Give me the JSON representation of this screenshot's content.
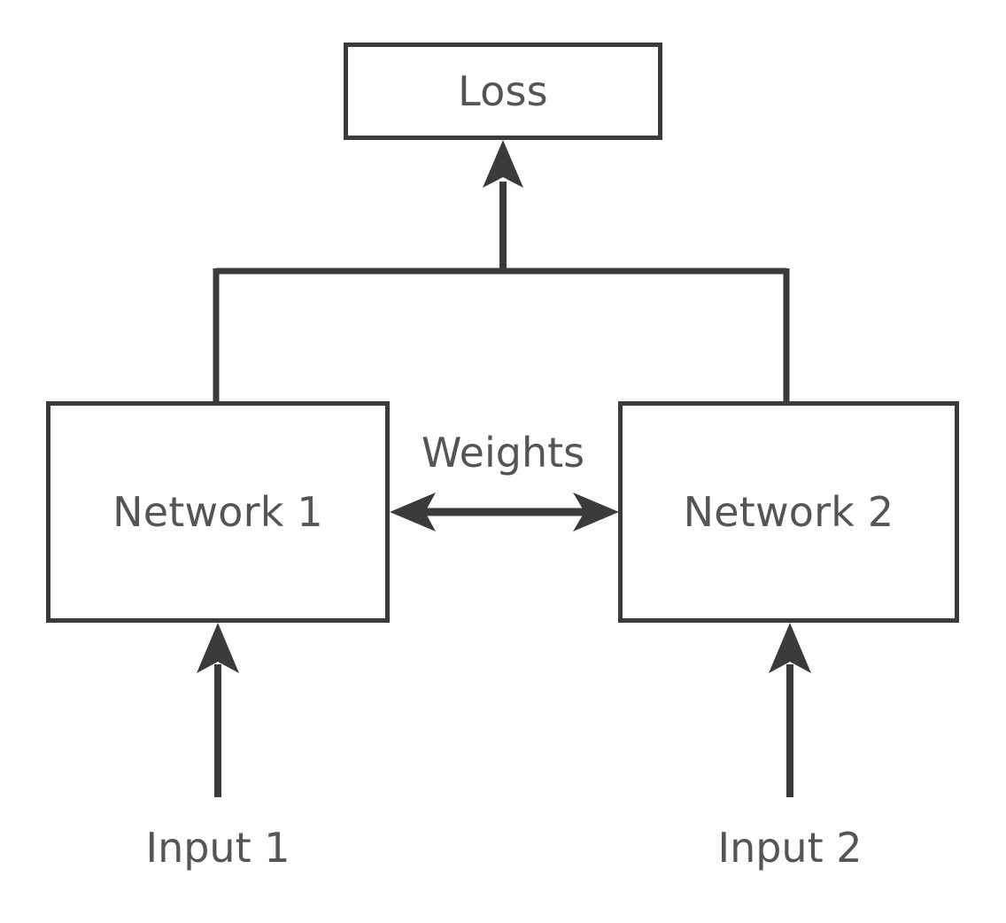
{
  "diagram": {
    "type": "block-diagram",
    "title": "Siamese network training diagram",
    "background_color": "#ffffff",
    "line_color": "#3b3b3b",
    "text_color": "#555555",
    "nodes": [
      {
        "id": "loss",
        "label": "Loss",
        "shape": "rectangle"
      },
      {
        "id": "network-1",
        "label": "Network 1",
        "shape": "rectangle"
      },
      {
        "id": "network-2",
        "label": "Network 2",
        "shape": "rectangle"
      }
    ],
    "labels": [
      {
        "id": "weights",
        "label": "Weights"
      },
      {
        "id": "input-1",
        "label": "Input 1"
      },
      {
        "id": "input-2",
        "label": "Input 2"
      }
    ],
    "edges": [
      {
        "id": "input-1-to-network-1",
        "from": "Input 1",
        "to": "Network 1",
        "arrow": "single",
        "direction": "up"
      },
      {
        "id": "input-2-to-network-2",
        "from": "Input 2",
        "to": "Network 2",
        "arrow": "single",
        "direction": "up"
      },
      {
        "id": "network-1-to-loss",
        "from": "Network 1",
        "to": "Loss",
        "arrow": "single",
        "direction": "up"
      },
      {
        "id": "network-2-to-loss",
        "from": "Network 2",
        "to": "Loss",
        "arrow": "single",
        "direction": "up"
      },
      {
        "id": "weights-shared",
        "from": "Network 1",
        "to": "Network 2",
        "arrow": "double",
        "direction": "horizontal",
        "label": "Weights"
      }
    ]
  }
}
